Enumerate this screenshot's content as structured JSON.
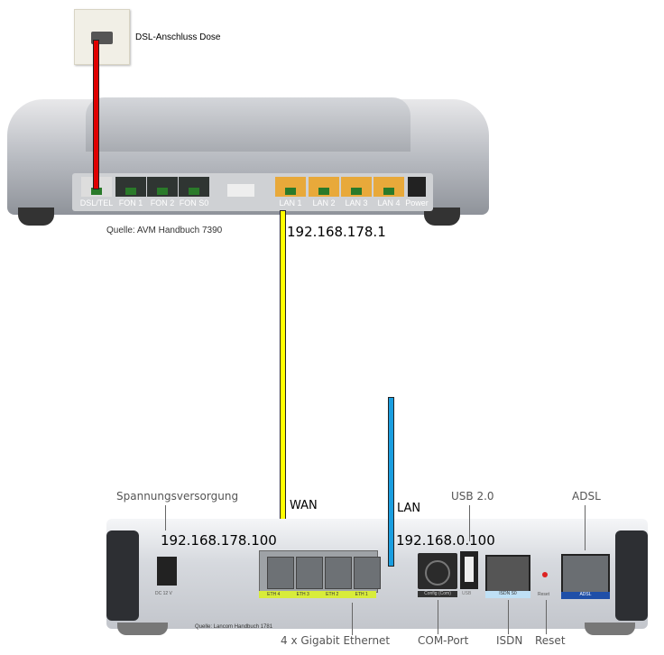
{
  "wall_socket": {
    "label": "DSL-Anschluss Dose"
  },
  "fritzbox": {
    "ports": [
      "DSL/TEL",
      "FON 1",
      "FON 2",
      "FON S0",
      "LAN 1",
      "LAN 2",
      "LAN 3",
      "LAN 4",
      "Power"
    ],
    "source": "Quelle: AVM Handbuch 7390",
    "ip": "192.168.178.1"
  },
  "cables": {
    "dsl_color": "#e00000",
    "wan_color": "#ffff00",
    "lan_color": "#1a9ee0"
  },
  "lancom": {
    "wan_label": "WAN",
    "lan_label": "LAN",
    "wan_ip": "192.168.178.100",
    "lan_ip": "192.168.0.100",
    "top_labels": {
      "power": "Spannungsversorgung",
      "usb": "USB 2.0",
      "adsl": "ADSL"
    },
    "panel_labels": {
      "dc": "DC 12 V",
      "eth": [
        "ETH 4",
        "ETH 3",
        "ETH 2",
        "ETH 1"
      ],
      "config": "Config (Com)",
      "usb": "USB",
      "isdn": "ISDN S0",
      "reset": "Reset",
      "adsl": "ADSL"
    },
    "bottom_labels": {
      "ethernet": "4 x Gigabit Ethernet",
      "com": "COM-Port",
      "isdn": "ISDN",
      "reset": "Reset"
    },
    "source": "Quelle: Lancom Handbuch 1781"
  }
}
